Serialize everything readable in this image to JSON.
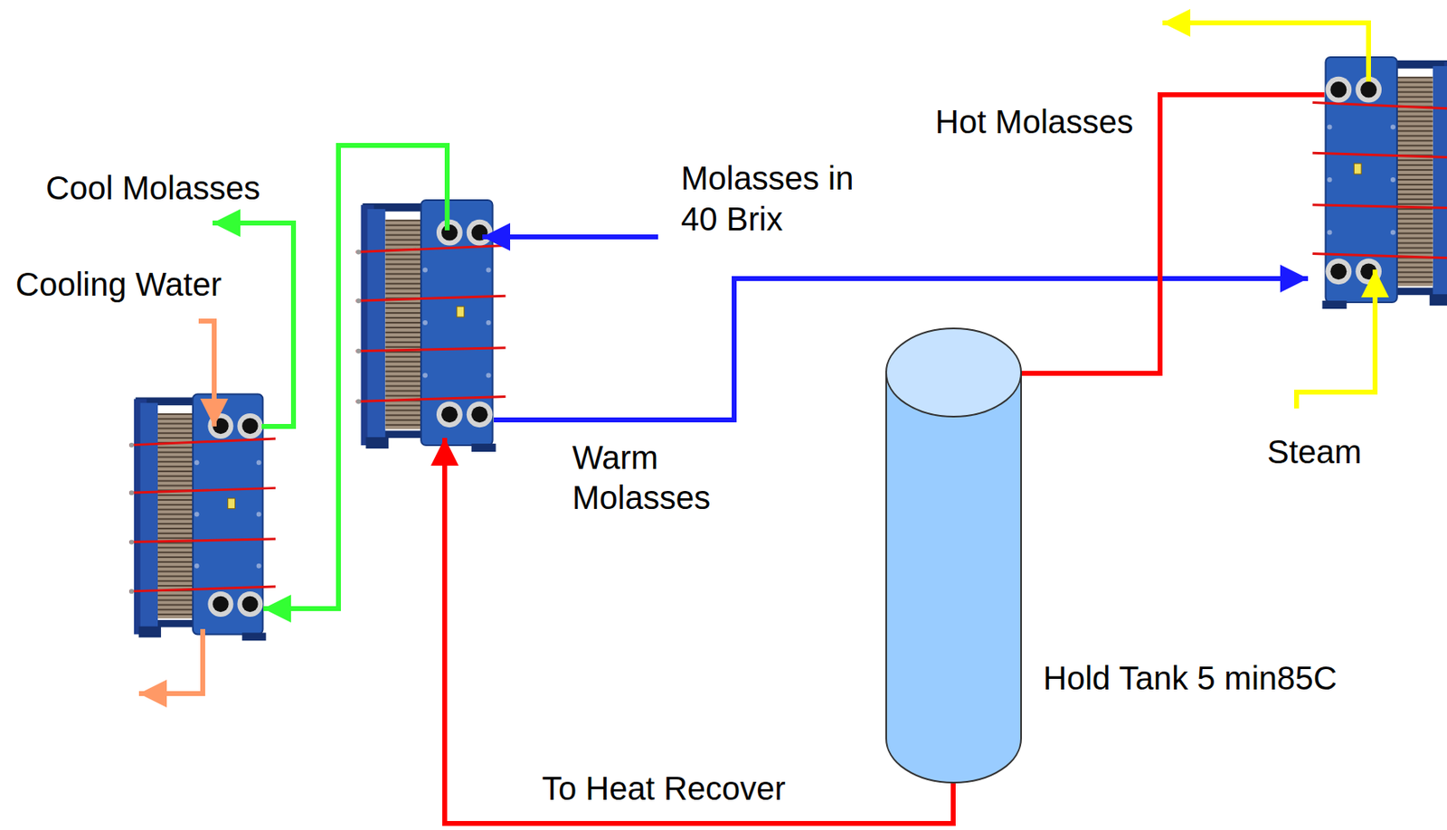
{
  "diagram": {
    "nodes": [
      {
        "text": [
          "Hold Tank 5 min85C"
        ]
      }
    ],
    "labels": [
      "Hot Molasses",
      "Cool Molasses",
      "Molasses in 40 Brix",
      "Cooling Water",
      "Warm Molasses",
      "Steam",
      "To Heat Recover"
    ]
  }
}
